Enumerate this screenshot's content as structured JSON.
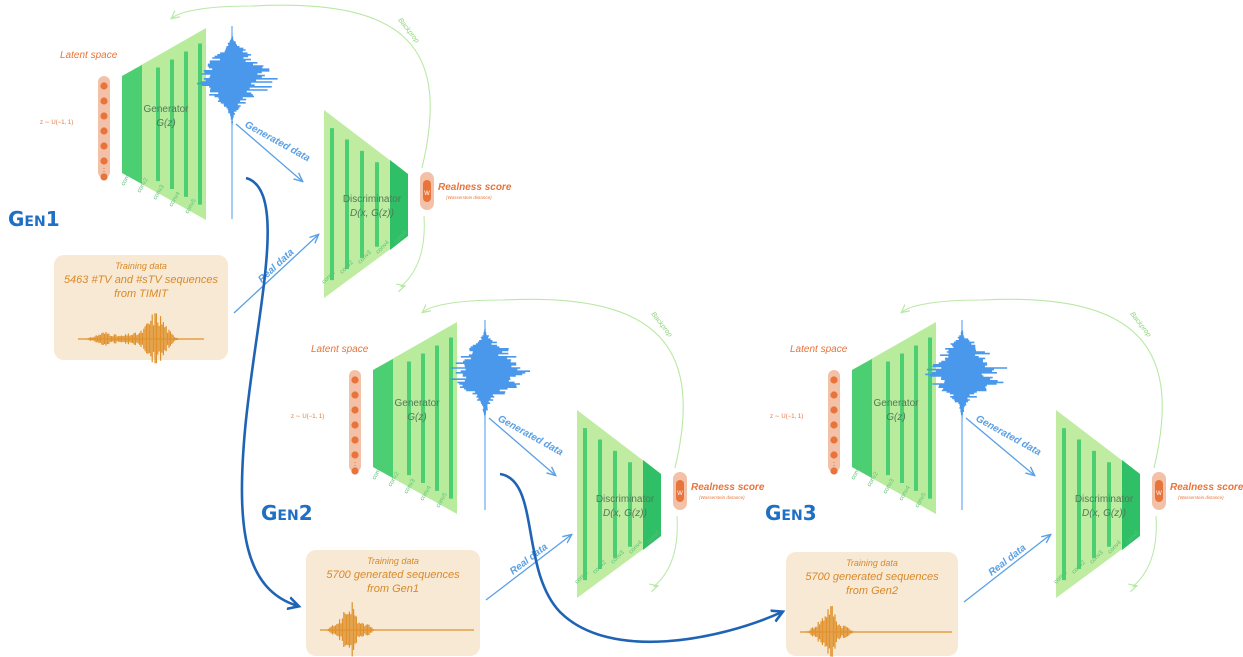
{
  "colors": {
    "generator": "#4ccf72",
    "generator_light": "#b8ec9c",
    "discriminator": "#2fbf66",
    "discriminator_light": "#bfeca0",
    "orange": "#e8743b",
    "orange_light": "#f3c0a8",
    "training_box": "#f8e9d4",
    "training_text": "#d9892a",
    "waveform_blue": "#4a98ec",
    "waveform_orange": "#e0912b",
    "arrow_light_blue": "#5aa0e6",
    "arrow_dark_blue": "#1f63b4",
    "backprop_green": "#b9e8a6",
    "gen_title": "#1f6fc4"
  },
  "gens": [
    {
      "title_main": "G",
      "title_small": "EN",
      "title_num": "1",
      "latent_label": "Latent space",
      "latent_dist": "z ∼ U(−1, 1)",
      "generator_label": "Generator",
      "generator_func": "G(z)",
      "gen_layers": [
        "conv1",
        "conv2",
        "conv3",
        "conv4",
        "conv5"
      ],
      "generated_label": "Generated data",
      "real_label": "Real data",
      "disc_label": "Discriminator",
      "disc_func": "D(x, G(z))",
      "disc_layers": [
        "conv5",
        "conv4",
        "conv3",
        "conv2",
        "conv1"
      ],
      "score_label": "Realness score",
      "score_sub": "(Wasserstein distance)",
      "score_symbol": "W",
      "backprop_label": "Backprop",
      "training": {
        "line1": "Training data",
        "line2": "5463 #TV and #sTV sequences",
        "line3": "from TIMIT"
      }
    },
    {
      "title_main": "G",
      "title_small": "EN",
      "title_num": "2",
      "latent_label": "Latent space",
      "latent_dist": "z ∼ U(−1, 1)",
      "generator_label": "Generator",
      "generator_func": "G(z)",
      "gen_layers": [
        "conv1",
        "conv2",
        "conv3",
        "conv4",
        "conv5"
      ],
      "generated_label": "Generated data",
      "real_label": "Real data",
      "disc_label": "Discriminator",
      "disc_func": "D(x, G(z))",
      "disc_layers": [
        "conv5",
        "conv4",
        "conv3",
        "conv2",
        "conv1"
      ],
      "score_label": "Realness score",
      "score_sub": "(Wasserstein distance)",
      "score_symbol": "W",
      "backprop_label": "Backprop",
      "training": {
        "line1": "Training data",
        "line2": "5700 generated sequences",
        "line3": "from Gen1"
      }
    },
    {
      "title_main": "G",
      "title_small": "EN",
      "title_num": "3",
      "latent_label": "Latent space",
      "latent_dist": "z ∼ U(−1, 1)",
      "generator_label": "Generator",
      "generator_func": "G(z)",
      "gen_layers": [
        "conv1",
        "conv2",
        "conv3",
        "conv4",
        "conv5"
      ],
      "generated_label": "Generated data",
      "real_label": "Real data",
      "disc_label": "Discriminator",
      "disc_func": "D(x, G(z))",
      "disc_layers": [
        "conv5",
        "conv4",
        "conv3",
        "conv2",
        "conv1"
      ],
      "score_label": "Realness score",
      "score_sub": "(Wasserstein distance)",
      "score_symbol": "W",
      "backprop_label": "Backprop",
      "training": {
        "line1": "Training data",
        "line2": "5700 generated sequences",
        "line3": "from Gen2"
      }
    }
  ]
}
